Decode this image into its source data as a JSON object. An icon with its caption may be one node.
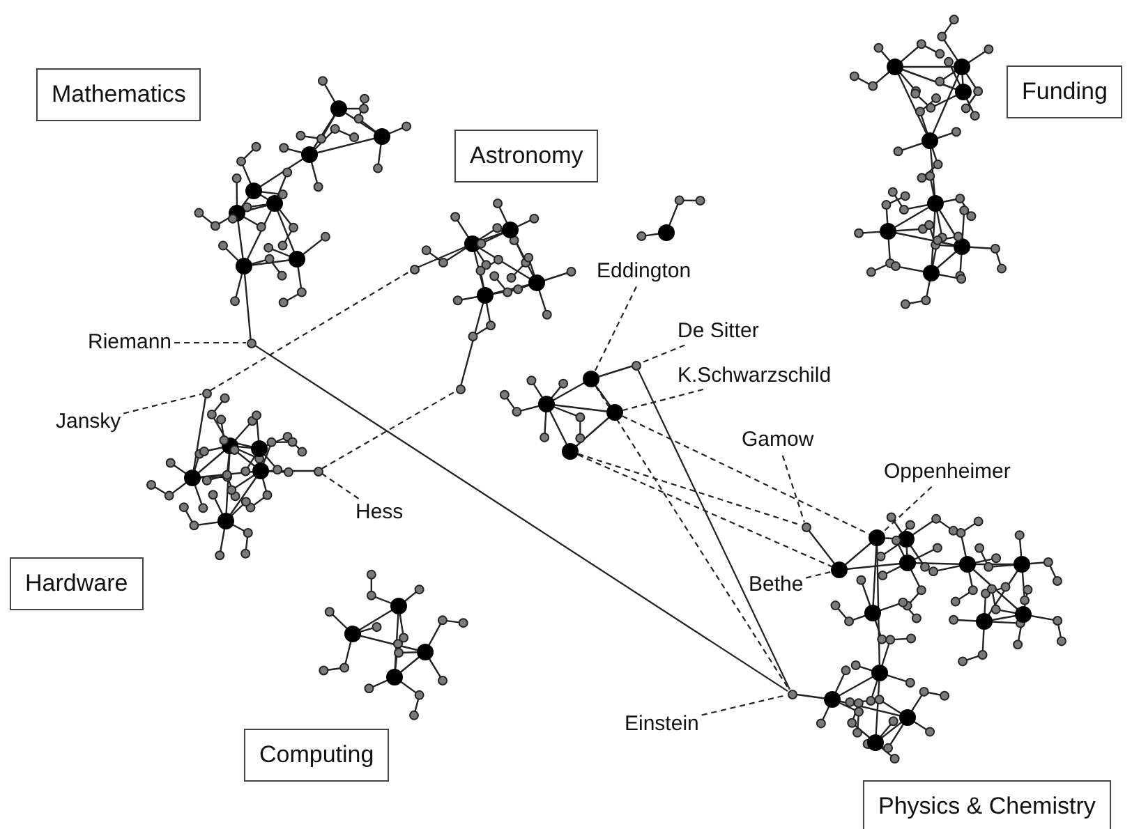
{
  "diagram": {
    "nodes": [
      {
        "text": [
          "Mathematics"
        ]
      },
      {
        "text": [
          "Astronomy"
        ]
      },
      {
        "text": [
          "Funding"
        ]
      },
      {
        "text": [
          "Hardware"
        ]
      },
      {
        "text": [
          "Computing"
        ]
      },
      {
        "text": [
          "Physics & Chemistry"
        ]
      },
      {
        "text": [
          "Riemann"
        ]
      },
      {
        "text": [
          "Jansky"
        ]
      },
      {
        "text": [
          "Hess"
        ]
      },
      {
        "text": [
          "Eddington"
        ]
      },
      {
        "text": [
          "De Sitter"
        ]
      },
      {
        "text": [
          "K.Schwarzschild"
        ]
      },
      {
        "text": [
          "Gamow"
        ]
      },
      {
        "text": [
          "Oppenheimer"
        ]
      },
      {
        "text": [
          "Bethe"
        ]
      },
      {
        "text": [
          "Einstein"
        ]
      },
      {
        "text": [],
        "shape": "circle"
      },
      {
        "text": [],
        "shape": "circle"
      },
      {
        "text": [],
        "shape": "circle"
      },
      {
        "text": [],
        "shape": "circle"
      },
      {
        "text": [],
        "shape": "circle"
      },
      {
        "text": [],
        "shape": "circle"
      },
      {
        "text": [],
        "shape": "circle"
      },
      {
        "text": [],
        "shape": "circle"
      },
      {
        "text": [],
        "shape": "circle"
      },
      {
        "text": [],
        "shape": "circle"
      },
      {
        "text": [],
        "shape": "circle"
      },
      {
        "text": [],
        "shape": "circle"
      },
      {
        "text": [],
        "shape": "circle"
      }
    ],
    "edges": [
      {
        "from": 6,
        "to": 16,
        "arrow": "none",
        "style": "dashed"
      },
      {
        "from": 7,
        "to": 17,
        "arrow": "none",
        "style": "dashed"
      },
      {
        "from": 8,
        "to": 18,
        "arrow": "none",
        "style": "dashed"
      },
      {
        "from": 9,
        "to": 19,
        "arrow": "none",
        "style": "dashed"
      },
      {
        "from": 10,
        "to": 20,
        "arrow": "none",
        "style": "dashed"
      },
      {
        "from": 11,
        "to": 21,
        "arrow": "none",
        "style": "dashed"
      },
      {
        "from": 12,
        "to": 22,
        "arrow": "none",
        "style": "dashed"
      },
      {
        "from": 13,
        "to": 23,
        "arrow": "none",
        "style": "dashed"
      },
      {
        "from": 14,
        "to": 24,
        "arrow": "none",
        "style": "dashed"
      },
      {
        "from": 15,
        "to": 25,
        "arrow": "none",
        "style": "dashed"
      },
      {
        "from": 16,
        "to": 25,
        "arrow": "none"
      },
      {
        "from": 17,
        "to": 26,
        "arrow": "none",
        "style": "dashed"
      },
      {
        "from": 18,
        "to": 27,
        "arrow": "none",
        "style": "dashed"
      },
      {
        "from": 19,
        "to": 25,
        "arrow": "none",
        "style": "dashed"
      },
      {
        "from": 20,
        "to": 25,
        "arrow": "none"
      },
      {
        "from": 21,
        "to": 23,
        "arrow": "none",
        "style": "dashed"
      },
      {
        "from": 28,
        "to": 22,
        "arrow": "none",
        "style": "dashed"
      },
      {
        "from": 28,
        "to": 24,
        "arrow": "none",
        "style": "dashed"
      }
    ]
  }
}
